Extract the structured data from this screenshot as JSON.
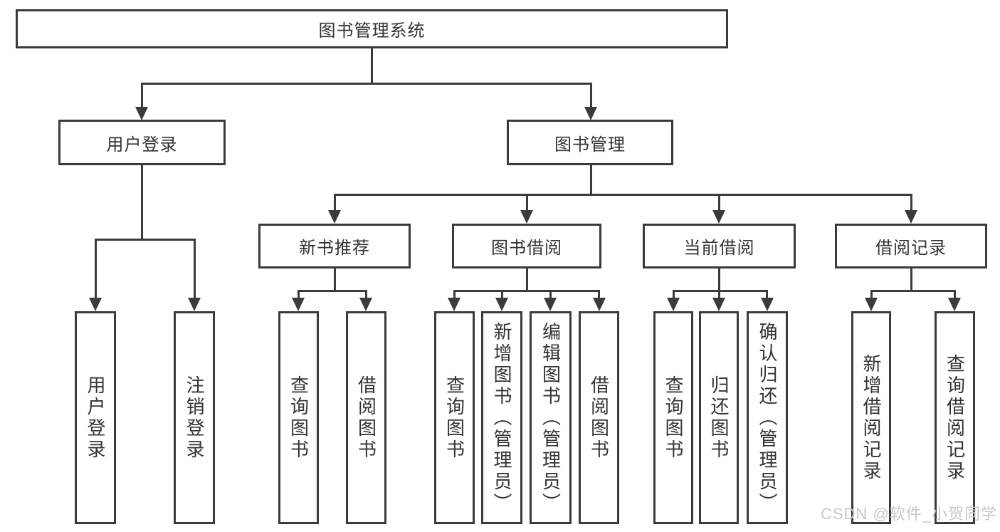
{
  "tree": {
    "label": "图书管理系统",
    "children": [
      {
        "label": "用户登录",
        "children": [
          {
            "label": "用户登录"
          },
          {
            "label": "注销登录"
          }
        ]
      },
      {
        "label": "图书管理",
        "children": [
          {
            "label": "新书推荐",
            "children": [
              {
                "label": "查询图书"
              },
              {
                "label": "借阅图书"
              }
            ]
          },
          {
            "label": "图书借阅",
            "children": [
              {
                "label": "查询图书"
              },
              {
                "label": "新增图书（管理员）"
              },
              {
                "label": "编辑图书（管理员）"
              },
              {
                "label": "借阅图书"
              }
            ]
          },
          {
            "label": "当前借阅",
            "children": [
              {
                "label": "查询图书"
              },
              {
                "label": "归还图书"
              },
              {
                "label": "确认归还（管理员）"
              }
            ]
          },
          {
            "label": "借阅记录",
            "children": [
              {
                "label": "新增借阅记录"
              },
              {
                "label": "查询借阅记录"
              }
            ]
          }
        ]
      }
    ]
  },
  "watermark": {
    "text": "CSDN @软件_小贺同学"
  },
  "colors": {
    "line": "#3b3b3b",
    "text": "#333333",
    "watermark": "#c8c8c8",
    "background": "#ffffff"
  }
}
